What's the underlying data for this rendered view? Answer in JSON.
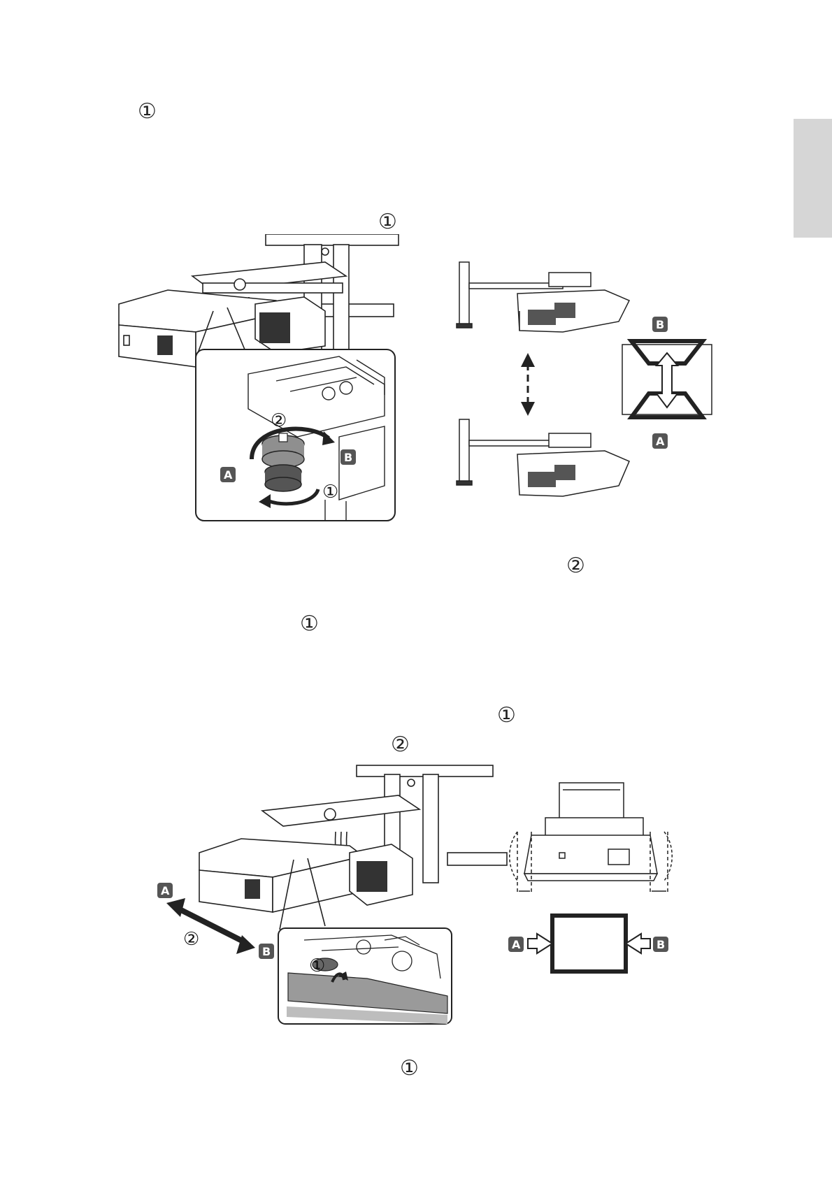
{
  "markers": {
    "m1": "①",
    "m2": "①",
    "m3": "②",
    "m4": "①",
    "m5": "①",
    "m6": "②",
    "m7": "①"
  },
  "figure_top": {
    "inset_num_2": "②",
    "inset_num_1": "①",
    "inset_label_a": "A",
    "inset_label_b": "B",
    "screen_label_b": "B",
    "screen_label_a": "A"
  },
  "figure_bottom": {
    "label_a": "A",
    "label_b": "B",
    "num_2": "②",
    "inset_num_1": "①",
    "screen_label_a": "A",
    "screen_label_b": "B"
  },
  "colors": {
    "side_tab": "#d6d6d6",
    "label_fill": "#555555"
  }
}
